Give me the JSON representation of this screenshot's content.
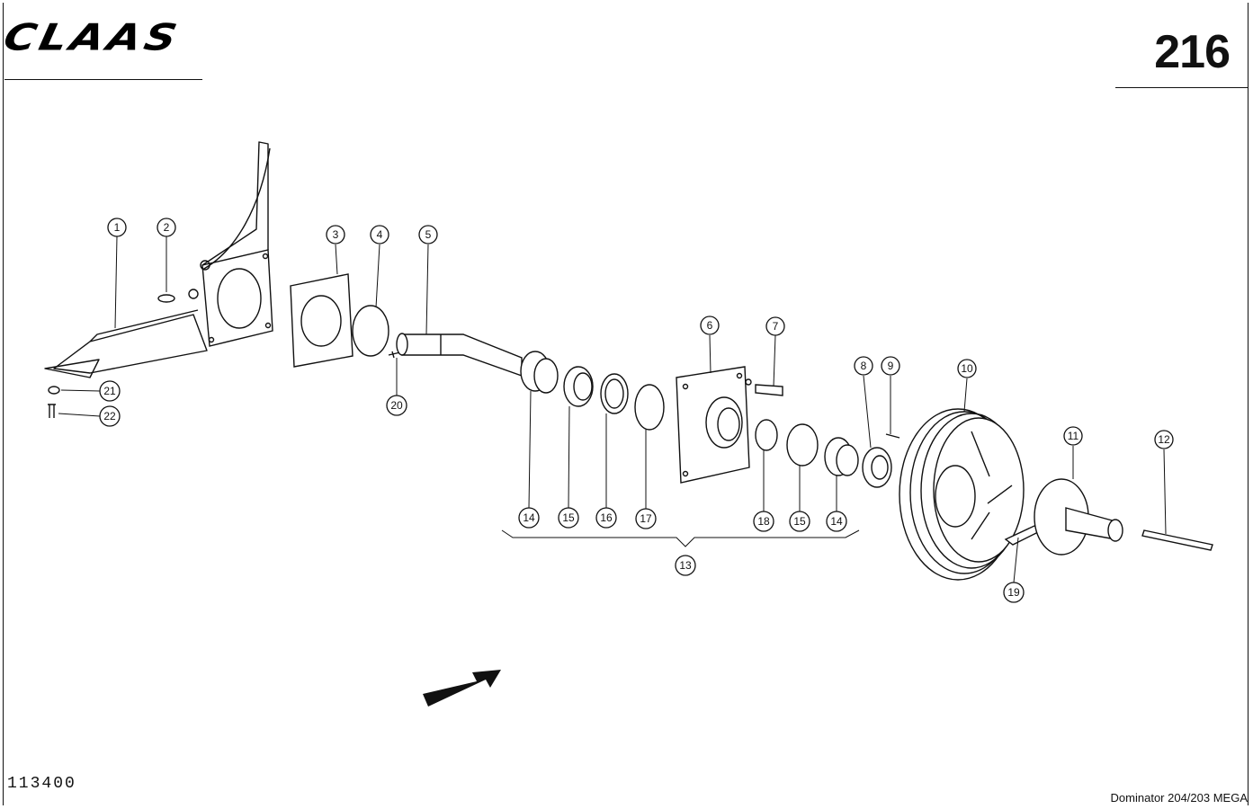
{
  "header": {
    "brand_logo": "CLAAS",
    "page_number": "216"
  },
  "footer": {
    "drawing_code": "113400",
    "model": "Dominator 204/203 MEGA"
  },
  "callouts": [
    "1",
    "2",
    "3",
    "4",
    "5",
    "6",
    "7",
    "8",
    "9",
    "10",
    "11",
    "12",
    "13",
    "14",
    "14",
    "15",
    "15",
    "16",
    "17",
    "18",
    "19",
    "20",
    "21",
    "22"
  ]
}
